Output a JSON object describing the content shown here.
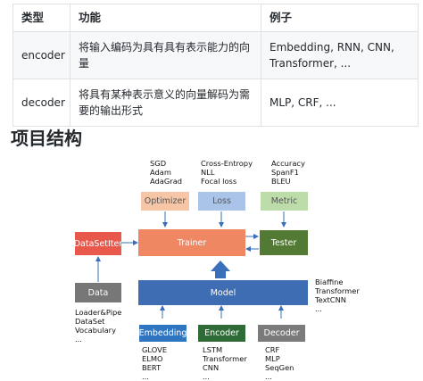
{
  "table": {
    "headers": [
      "类型",
      "功能",
      "例子"
    ],
    "rows": [
      {
        "type": "encoder",
        "function": "将输入编码为具有具有表示能力的向量",
        "examples": "Embedding, RNN, CNN, Transformer, ..."
      },
      {
        "type": "decoder",
        "function": "将具有某种表示意义的向量解码为需要的输出形式",
        "examples": "MLP, CRF, ..."
      }
    ]
  },
  "section_title": "项目结构",
  "diagram": {
    "top_groups": [
      {
        "lines": [
          "SGD",
          "Adam",
          "AdaGrad",
          "..."
        ]
      },
      {
        "lines": [
          "Cross-Entropy",
          "NLL",
          "Focal loss",
          "..."
        ]
      },
      {
        "lines": [
          "Accuracy",
          "SpanF1",
          "BLEU",
          "..."
        ]
      }
    ],
    "boxes": {
      "optimizer": "Optimizer",
      "loss": "Loss",
      "metric": "Metric",
      "dataset_iter": "DataSetIter",
      "trainer": "Trainer",
      "tester": "Tester",
      "data": "Data",
      "model": "Model",
      "embedding": "Embedding",
      "encoder": "Encoder",
      "decoder": "Decoder"
    },
    "data_lines": [
      "Loader&Pipe",
      "DataSet",
      "Vocabulary",
      "..."
    ],
    "model_side_lines": [
      "Biaffine",
      "Transformer",
      "TextCNN",
      "..."
    ],
    "bottom_groups": [
      {
        "lines": [
          "GLOVE",
          "ELMO",
          "BERT",
          "..."
        ]
      },
      {
        "lines": [
          "LSTM",
          "Transformer",
          "CNN",
          "..."
        ]
      },
      {
        "lines": [
          "CRF",
          "MLP",
          "SeqGen",
          "..."
        ]
      }
    ],
    "colors": {
      "optimizer": "#f6c6a6",
      "loss": "#a9c4e8",
      "metric": "#bcdcaa",
      "dataset_iter": "#e8594b",
      "trainer": "#f08763",
      "tester": "#537a34",
      "data": "#777777",
      "model": "#3e6db4",
      "embedding": "#2e75c2",
      "encoder": "#2f6b37",
      "decoder": "#7b7b7b",
      "arrow": "#3a6fb9"
    }
  }
}
